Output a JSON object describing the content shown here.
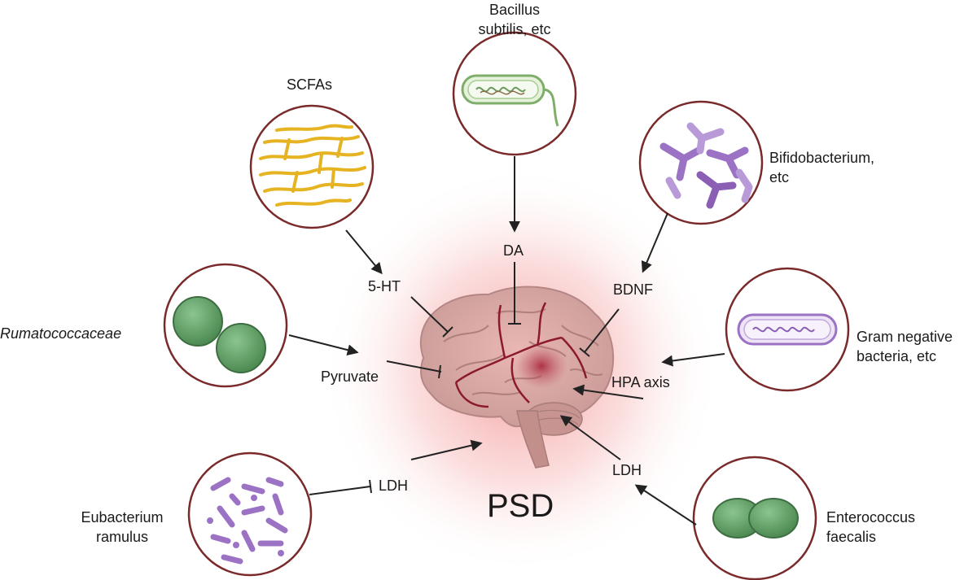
{
  "center_label": "PSD",
  "organisms": {
    "bacillus": "Bacillus\nsubtilis, etc",
    "scfas": "SCFAs",
    "bifido": "Bifidobacterium,\netc",
    "rumato": "Rumatococcaceae",
    "gram": "Gram negative\nbacteria, etc",
    "eubact": "Eubacterium\nramulus",
    "entero": "Enterococcus\nfaecalis"
  },
  "mediators": {
    "da": "DA",
    "ht": "5-HT",
    "bdnf": "BDNF",
    "pyruvate": "Pyruvate",
    "hpa": "HPA axis",
    "ldh_left": "LDH",
    "ldh_right": "LDH"
  },
  "colors": {
    "circle_border": "#7a2a2a",
    "yellow": "#e6b422",
    "purple": "#9b72c4",
    "green": "#5f9e63",
    "brain": "#d9a7a4",
    "vessel": "#8b1a2b"
  }
}
